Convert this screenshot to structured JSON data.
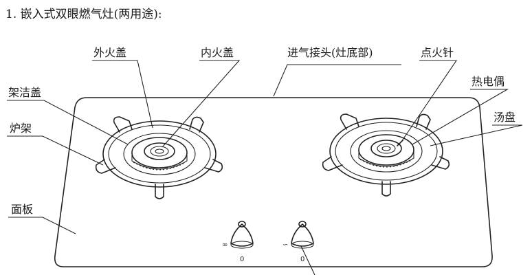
{
  "title": "1. 嵌入式双眼燃气灶(两用途):",
  "labels": {
    "outer_cap": "外火盖",
    "inner_cap": "内火盖",
    "gas_connector": "进气接头(灶底部)",
    "igniter": "点火针",
    "support_cap": "架洁盖",
    "thermocouple": "热电偶",
    "burner_frame": "炉架",
    "drip_tray": "汤盘",
    "panel": "面板"
  },
  "knob_symbols": {
    "left_top": "∞",
    "left_bottom": "0",
    "right_top": "∽",
    "right_bottom": "0"
  }
}
